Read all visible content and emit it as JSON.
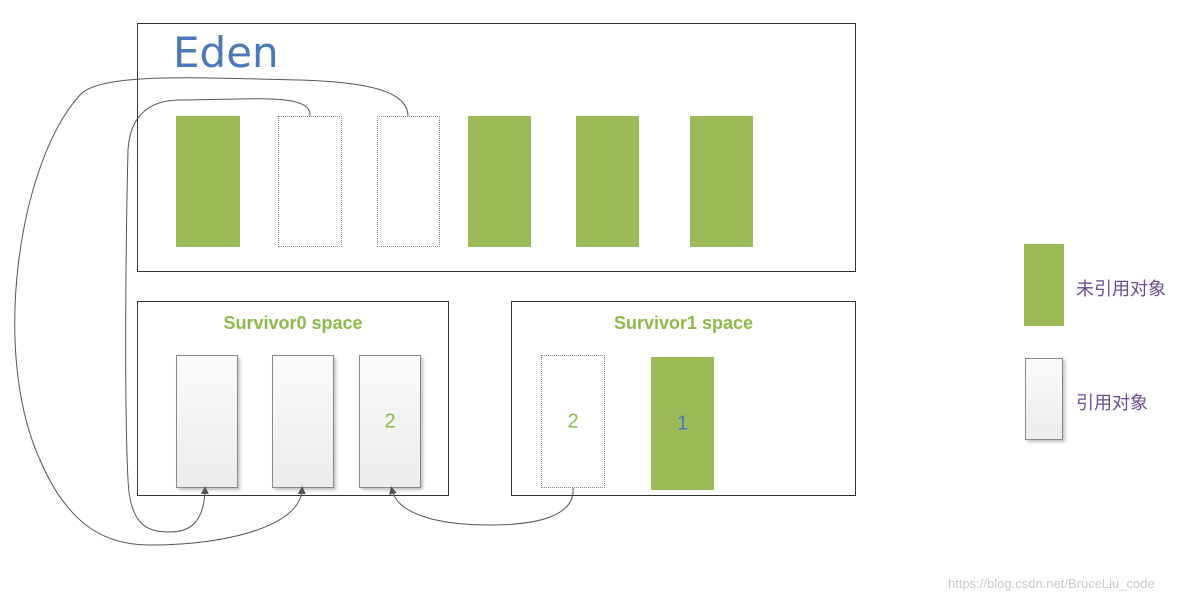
{
  "eden": {
    "title": "Eden",
    "objects": [
      "unreferenced",
      "moved-out",
      "moved-out",
      "unreferenced",
      "unreferenced",
      "unreferenced"
    ]
  },
  "survivor0": {
    "title": "Survivor0 space",
    "objects": [
      {
        "kind": "referenced",
        "label": ""
      },
      {
        "kind": "referenced",
        "label": ""
      },
      {
        "kind": "referenced",
        "label": "2"
      }
    ]
  },
  "survivor1": {
    "title": "Survivor1 space",
    "objects": [
      {
        "kind": "moved-out",
        "label": "2"
      },
      {
        "kind": "unreferenced",
        "label": "1"
      }
    ]
  },
  "legend": {
    "unreferenced": "未引用对象",
    "referenced": "引用对象"
  },
  "watermark": "https://blog.csdn.net/BruceLiu_code",
  "colors": {
    "unreferenced_fill": "#9bbb59",
    "eden_title": "#4a78b8",
    "survivor_title": "#8cba48",
    "legend_text": "#6a4c93"
  }
}
